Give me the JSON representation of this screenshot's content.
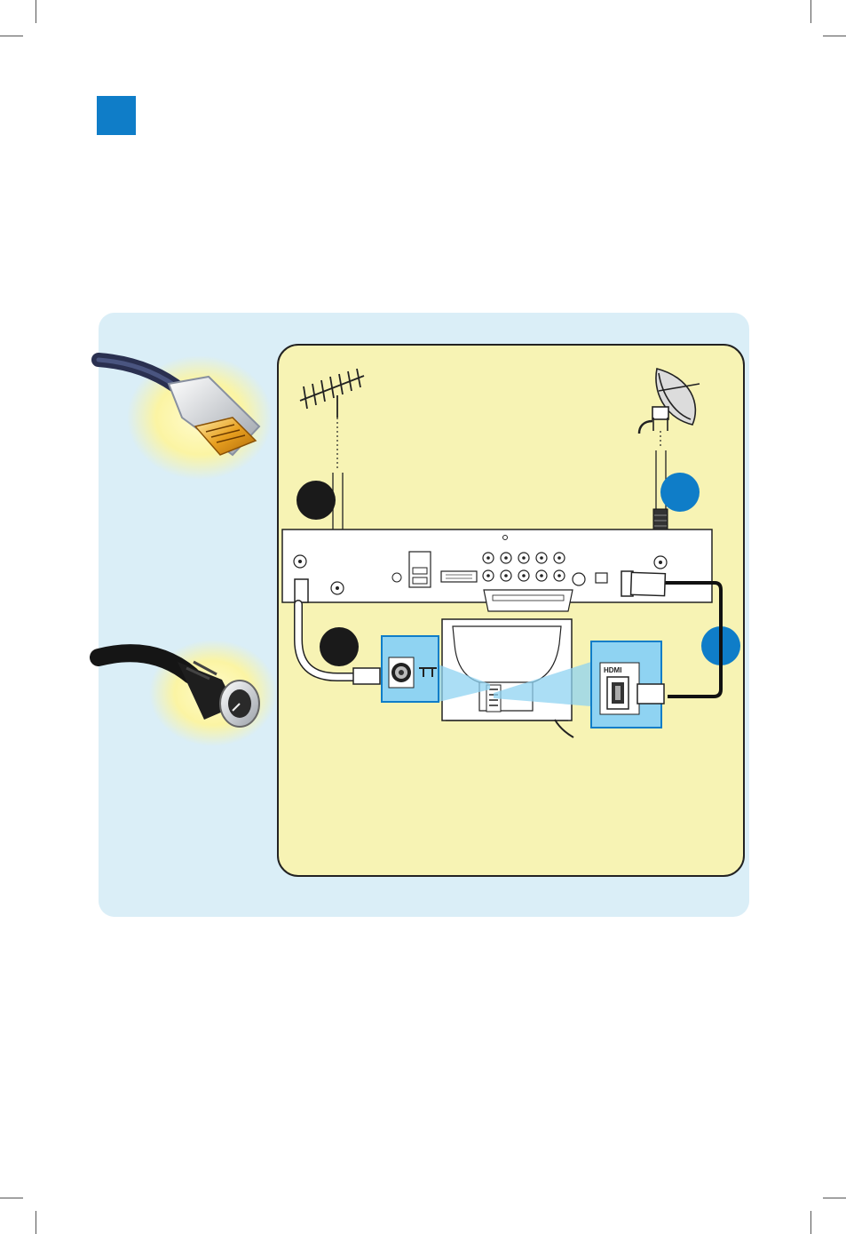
{
  "labels": {
    "hdmi_port": "HDMI"
  },
  "colors": {
    "accent_blue": "#0f7dc8",
    "outer_panel": "#daeef7",
    "inner_panel": "#f7f3b4",
    "badge_dark": "#1a1a1a",
    "highlight_blue": "#8fd3f2"
  },
  "icons": {
    "hdmi_plug": "hdmi-plug-photo",
    "coax_plug": "coax-plug-photo",
    "antenna": "terrestrial-antenna",
    "satellite": "satellite-dish",
    "receiver": "receiver-rear-panel",
    "tv": "tv-rear"
  }
}
